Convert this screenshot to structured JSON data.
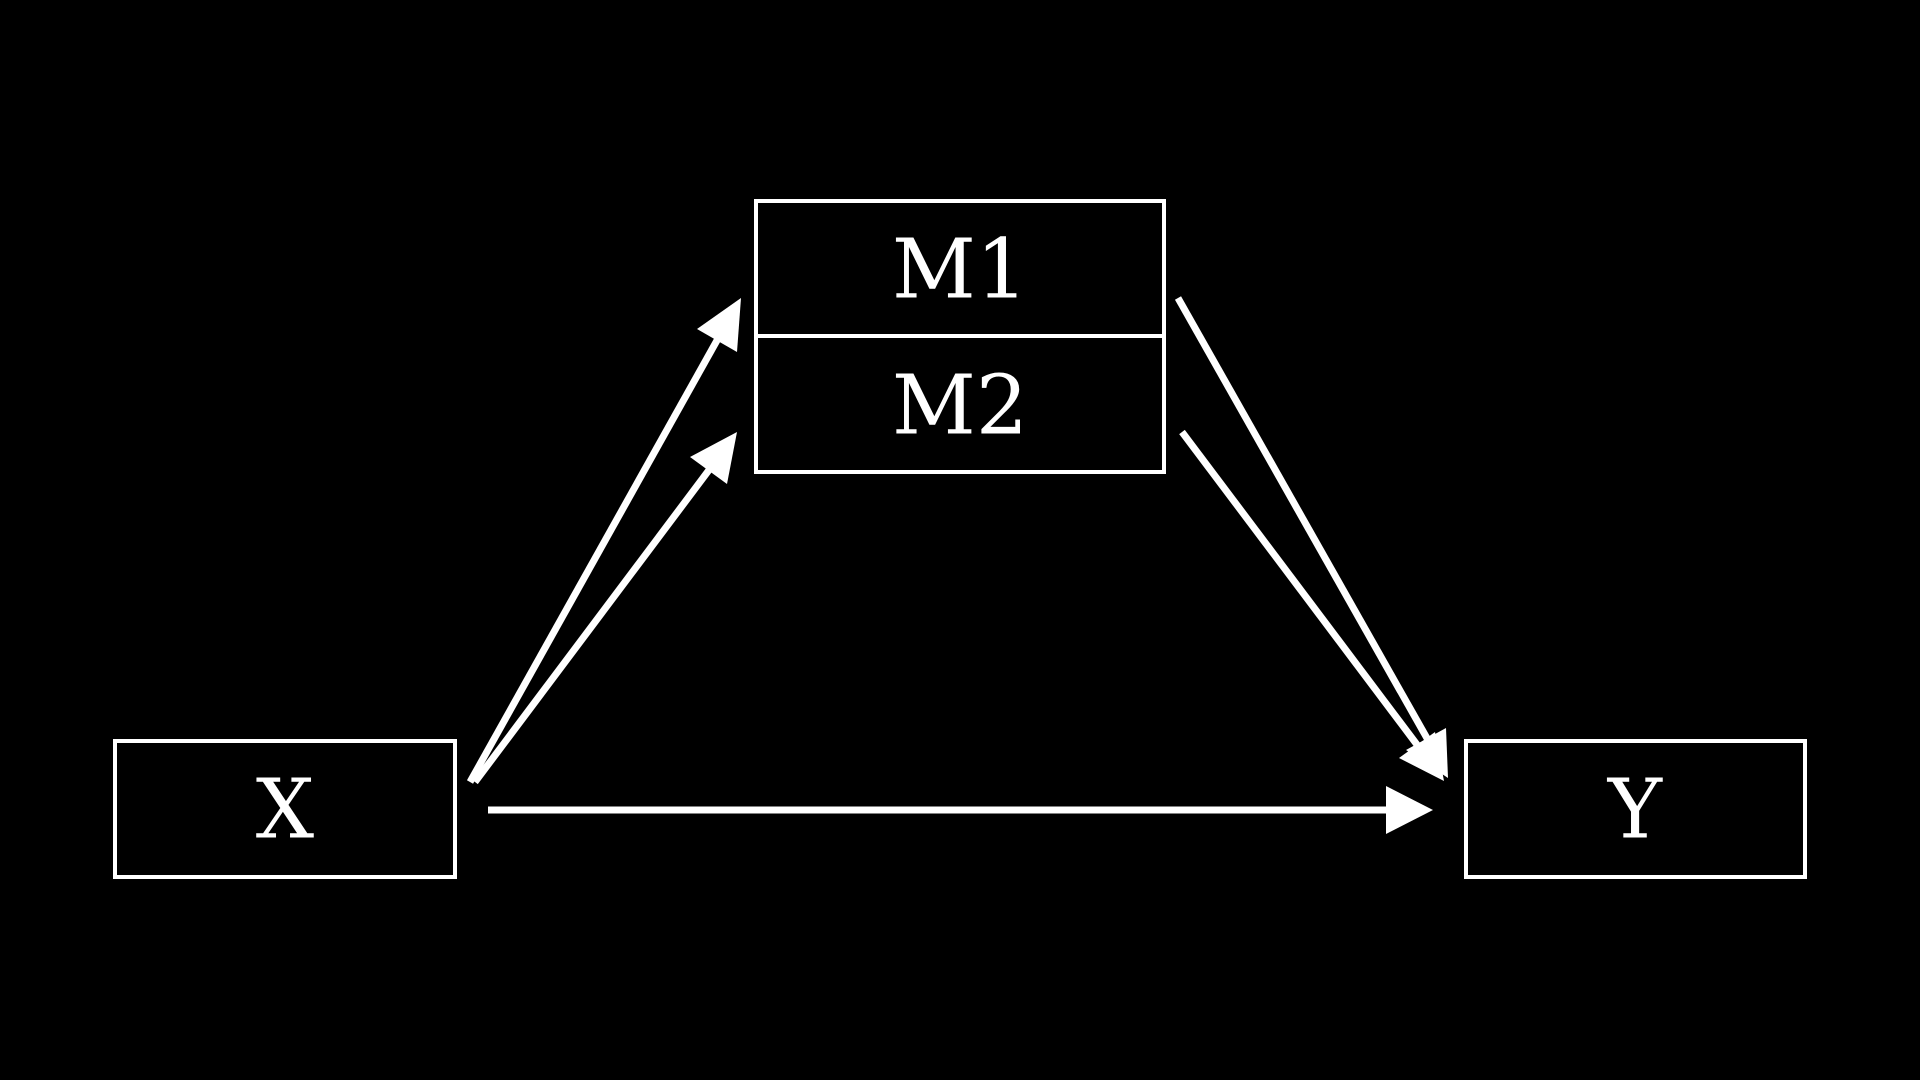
{
  "diagram": {
    "background": "#000000",
    "foreground": "#ffffff",
    "nodes": {
      "x": {
        "label": "X"
      },
      "m1": {
        "label": "M1"
      },
      "m2": {
        "label": "M2"
      },
      "y": {
        "label": "Y"
      }
    },
    "edges": [
      {
        "from": "X",
        "to": "M1"
      },
      {
        "from": "X",
        "to": "M2"
      },
      {
        "from": "M1",
        "to": "Y"
      },
      {
        "from": "M2",
        "to": "Y"
      },
      {
        "from": "X",
        "to": "Y"
      }
    ]
  }
}
